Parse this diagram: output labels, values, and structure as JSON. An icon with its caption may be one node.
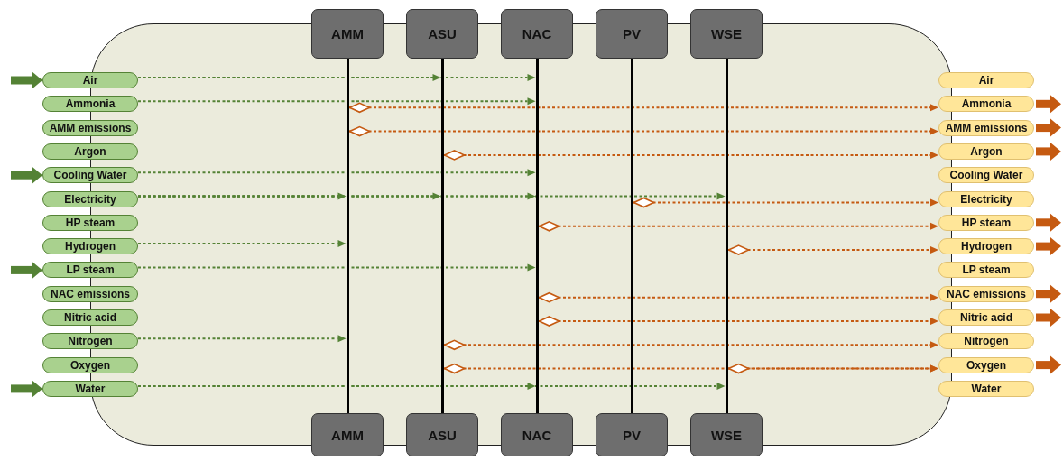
{
  "diagram": {
    "nodes": [
      {
        "text": [
          "AMM"
        ]
      },
      {
        "text": [
          "ASU"
        ]
      },
      {
        "text": [
          "NAC"
        ]
      },
      {
        "text": [
          "PV"
        ]
      },
      {
        "text": [
          "WSE"
        ]
      },
      {
        "text": [],
        "shape": "bar"
      },
      {
        "text": [],
        "shape": "bar"
      },
      {
        "text": [],
        "shape": "bar"
      },
      {
        "text": [],
        "shape": "bar"
      },
      {
        "text": [],
        "shape": "bar"
      },
      {
        "text": [
          "AMM"
        ]
      },
      {
        "text": [
          "ASU"
        ]
      },
      {
        "text": [
          "NAC"
        ]
      },
      {
        "text": [
          "PV"
        ]
      },
      {
        "text": [
          "WSE"
        ]
      },
      {
        "text": [
          "Air"
        ]
      },
      {
        "text": [
          "Ammonia"
        ]
      },
      {
        "text": [
          "AMM emissions"
        ]
      },
      {
        "text": [
          "Argon"
        ]
      },
      {
        "text": [
          "Cooling Water"
        ]
      },
      {
        "text": [
          "Electricity"
        ]
      },
      {
        "text": [
          "HP steam"
        ]
      },
      {
        "text": [
          "Hydrogen"
        ]
      },
      {
        "text": [
          "LP steam"
        ]
      },
      {
        "text": [
          "NAC emissions"
        ]
      },
      {
        "text": [
          "Nitric acid"
        ]
      },
      {
        "text": [
          "Nitrogen"
        ]
      },
      {
        "text": [
          "Oxygen"
        ]
      },
      {
        "text": [
          "Water"
        ]
      },
      {
        "text": [
          "Air"
        ]
      },
      {
        "text": [
          "Ammonia"
        ]
      },
      {
        "text": [
          "AMM emissions"
        ]
      },
      {
        "text": [
          "Argon"
        ]
      },
      {
        "text": [
          "Cooling Water"
        ]
      },
      {
        "text": [
          "Electricity"
        ]
      },
      {
        "text": [
          "HP steam"
        ]
      },
      {
        "text": [
          "Hydrogen"
        ]
      },
      {
        "text": [
          "LP steam"
        ]
      },
      {
        "text": [
          "NAC emissions"
        ]
      },
      {
        "text": [
          "Nitric acid"
        ]
      },
      {
        "text": [
          "Nitrogen"
        ]
      },
      {
        "text": [
          "Oxygen"
        ]
      },
      {
        "text": [
          "Water"
        ]
      }
    ],
    "edges": [
      {
        "from": 15,
        "to": 6,
        "arrow": "to",
        "style": "dashed",
        "color": "#548235"
      },
      {
        "from": 15,
        "to": 7,
        "arrow": "to",
        "style": "dashed",
        "color": "#548235"
      },
      {
        "from": 16,
        "to": 7,
        "arrow": "to",
        "style": "dashed",
        "color": "#548235"
      },
      {
        "from": 19,
        "to": 7,
        "arrow": "to",
        "style": "dashed",
        "color": "#548235"
      },
      {
        "from": 20,
        "to": 5,
        "arrow": "to",
        "style": "dashed",
        "color": "#548235"
      },
      {
        "from": 20,
        "to": 6,
        "arrow": "to",
        "style": "dashed",
        "color": "#548235"
      },
      {
        "from": 20,
        "to": 7,
        "arrow": "to",
        "style": "dashed",
        "color": "#548235"
      },
      {
        "from": 20,
        "to": 9,
        "arrow": "to",
        "style": "dashed",
        "color": "#548235"
      },
      {
        "from": 22,
        "to": 5,
        "arrow": "to",
        "style": "dashed",
        "color": "#548235"
      },
      {
        "from": 23,
        "to": 7,
        "arrow": "to",
        "style": "dashed",
        "color": "#548235"
      },
      {
        "from": 26,
        "to": 5,
        "arrow": "to",
        "style": "dashed",
        "color": "#548235"
      },
      {
        "from": 28,
        "to": 7,
        "arrow": "to",
        "style": "dashed",
        "color": "#548235"
      },
      {
        "from": 28,
        "to": 9,
        "arrow": "to",
        "style": "dashed",
        "color": "#548235"
      },
      {
        "from": 5,
        "to": 30,
        "arrow": "to",
        "style": "dashed",
        "color": "#c55a11"
      },
      {
        "from": 5,
        "to": 31,
        "arrow": "to",
        "style": "dashed",
        "color": "#c55a11"
      },
      {
        "from": 6,
        "to": 32,
        "arrow": "to",
        "style": "dashed",
        "color": "#c55a11"
      },
      {
        "from": 8,
        "to": 34,
        "arrow": "to",
        "style": "dashed",
        "color": "#c55a11"
      },
      {
        "from": 7,
        "to": 35,
        "arrow": "to",
        "style": "dashed",
        "color": "#c55a11"
      },
      {
        "from": 9,
        "to": 36,
        "arrow": "to",
        "style": "dashed",
        "color": "#c55a11"
      },
      {
        "from": 7,
        "to": 38,
        "arrow": "to",
        "style": "dashed",
        "color": "#c55a11"
      },
      {
        "from": 7,
        "to": 39,
        "arrow": "to",
        "style": "dashed",
        "color": "#c55a11"
      },
      {
        "from": 6,
        "to": 40,
        "arrow": "to",
        "style": "dashed",
        "color": "#c55a11"
      },
      {
        "from": 6,
        "to": 41,
        "arrow": "to",
        "style": "dashed",
        "color": "#c55a11"
      },
      {
        "from": 9,
        "to": 41,
        "arrow": "to",
        "style": "dashed",
        "color": "#c55a11"
      },
      {
        "from": null,
        "to": 15,
        "arrow": "to",
        "style": "thick",
        "color": "#548235"
      },
      {
        "from": null,
        "to": 19,
        "arrow": "to",
        "style": "thick",
        "color": "#548235"
      },
      {
        "from": null,
        "to": 23,
        "arrow": "to",
        "style": "thick",
        "color": "#548235"
      },
      {
        "from": null,
        "to": 28,
        "arrow": "to",
        "style": "thick",
        "color": "#548235"
      },
      {
        "from": 30,
        "to": null,
        "arrow": "to",
        "style": "thick",
        "color": "#c55a11"
      },
      {
        "from": 31,
        "to": null,
        "arrow": "to",
        "style": "thick",
        "color": "#c55a11"
      },
      {
        "from": 32,
        "to": null,
        "arrow": "to",
        "style": "thick",
        "color": "#c55a11"
      },
      {
        "from": 35,
        "to": null,
        "arrow": "to",
        "style": "thick",
        "color": "#c55a11"
      },
      {
        "from": 36,
        "to": null,
        "arrow": "to",
        "style": "thick",
        "color": "#c55a11"
      },
      {
        "from": 38,
        "to": null,
        "arrow": "to",
        "style": "thick",
        "color": "#c55a11"
      },
      {
        "from": 39,
        "to": null,
        "arrow": "to",
        "style": "thick",
        "color": "#c55a11"
      },
      {
        "from": 41,
        "to": null,
        "arrow": "to",
        "style": "thick",
        "color": "#c55a11"
      }
    ]
  }
}
